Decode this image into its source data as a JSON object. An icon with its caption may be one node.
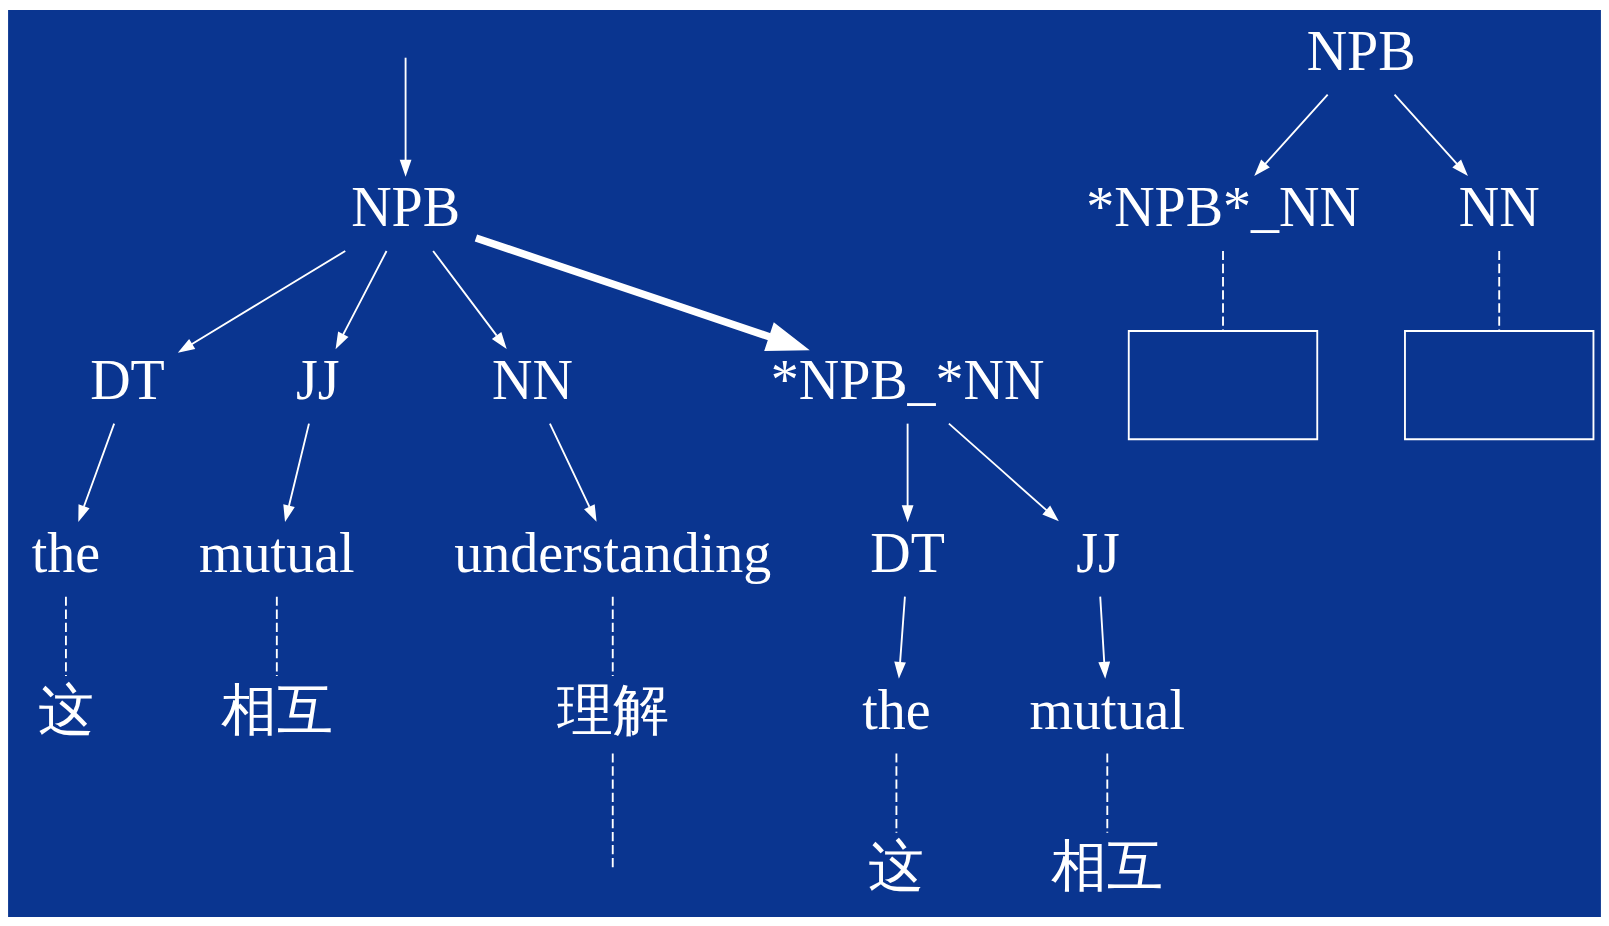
{
  "diagram": {
    "nodes": [
      {
        "text": [
          "NPB"
        ]
      },
      {
        "text": [
          "DT"
        ]
      },
      {
        "text": [
          "JJ"
        ]
      },
      {
        "text": [
          "NN"
        ]
      },
      {
        "text": [
          "the"
        ]
      },
      {
        "text": [
          "mutual"
        ]
      },
      {
        "text": [
          "understanding"
        ]
      },
      {
        "text": [
          "这"
        ]
      },
      {
        "text": [
          "相互"
        ]
      },
      {
        "text": [
          "理解"
        ]
      },
      {
        "text": [
          "*NPB_*NN"
        ]
      },
      {
        "text": [
          "DT"
        ]
      },
      {
        "text": [
          "JJ"
        ]
      },
      {
        "text": [
          "the"
        ]
      },
      {
        "text": [
          "mutual"
        ]
      },
      {
        "text": [
          "这"
        ]
      },
      {
        "text": [
          "相互"
        ]
      },
      {
        "text": [
          "NPB"
        ]
      },
      {
        "text": [
          "*NPB*_NN"
        ]
      },
      {
        "text": [
          "NN"
        ]
      },
      {
        "text": [],
        "shape": "box"
      },
      {
        "text": [],
        "shape": "box"
      }
    ],
    "edges": [
      {
        "from": null,
        "to": 0,
        "arrow": "to"
      },
      {
        "from": 0,
        "to": 1,
        "arrow": "to"
      },
      {
        "from": 0,
        "to": 2,
        "arrow": "to"
      },
      {
        "from": 0,
        "to": 3,
        "arrow": "to"
      },
      {
        "from": 1,
        "to": 4,
        "arrow": "to"
      },
      {
        "from": 2,
        "to": 5,
        "arrow": "to"
      },
      {
        "from": 3,
        "to": 6,
        "arrow": "to"
      },
      {
        "from": 4,
        "to": 7,
        "arrow": "none",
        "style": "dashed"
      },
      {
        "from": 5,
        "to": 8,
        "arrow": "none",
        "style": "dashed"
      },
      {
        "from": 6,
        "to": 9,
        "arrow": "none",
        "style": "dashed"
      },
      {
        "from": 9,
        "to": null,
        "arrow": "none",
        "style": "dashed"
      },
      {
        "from": 0,
        "to": 10,
        "arrow": "to",
        "style": "thick"
      },
      {
        "from": 10,
        "to": 11,
        "arrow": "to"
      },
      {
        "from": 10,
        "to": 12,
        "arrow": "to"
      },
      {
        "from": 11,
        "to": 13,
        "arrow": "to"
      },
      {
        "from": 12,
        "to": 14,
        "arrow": "to"
      },
      {
        "from": 13,
        "to": 15,
        "arrow": "none",
        "style": "dashed"
      },
      {
        "from": 14,
        "to": 16,
        "arrow": "none",
        "style": "dashed"
      },
      {
        "from": 17,
        "to": 18,
        "arrow": "to"
      },
      {
        "from": 17,
        "to": 19,
        "arrow": "to"
      },
      {
        "from": 18,
        "to": 20,
        "arrow": "none",
        "style": "dashed"
      },
      {
        "from": 19,
        "to": 21,
        "arrow": "none",
        "style": "dashed"
      }
    ]
  }
}
